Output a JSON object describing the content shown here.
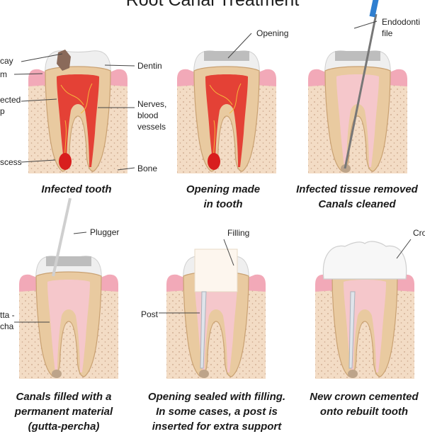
{
  "title": "Root Canal Treatment",
  "colors": {
    "dentin": "#e9caa0",
    "enamel": "#efefef",
    "gum": "#f2a9b8",
    "bone": "#f3dcc5",
    "infected_pulp": "#e3322a",
    "clean_canal": "#f6c7cf",
    "filling": "#fdf6ee",
    "crown": "#f7f7f7",
    "post": "#dfe4ea",
    "file_handle": "#2f7fd0"
  },
  "panels": [
    {
      "stage": "infected",
      "caption_lines": [
        "Infected tooth"
      ],
      "labels": [
        "cay",
        "m",
        "ected\np",
        "scess",
        "Dentin",
        "Nerves,\nblood\nvessels",
        "Bone"
      ]
    },
    {
      "stage": "opening",
      "caption_lines": [
        "Opening made",
        "in tooth"
      ],
      "labels": [
        "Opening"
      ]
    },
    {
      "stage": "cleaned",
      "caption_lines": [
        "Infected tissue removed",
        "Canals cleaned"
      ],
      "labels": [
        "Endodonti\nfile"
      ]
    },
    {
      "stage": "filled",
      "caption_lines": [
        "Canals filled with a",
        "permanent material",
        "(gutta-percha)"
      ],
      "labels": [
        "Plugger",
        "tta -\ncha"
      ]
    },
    {
      "stage": "sealed",
      "caption_lines": [
        "Opening sealed with filling.",
        "In some cases, a post is",
        "inserted for extra support"
      ],
      "labels": [
        "Filling",
        "Post"
      ]
    },
    {
      "stage": "crown",
      "caption_lines": [
        "New crown cemented",
        "onto rebuilt tooth"
      ],
      "labels": [
        "Cro"
      ]
    }
  ]
}
